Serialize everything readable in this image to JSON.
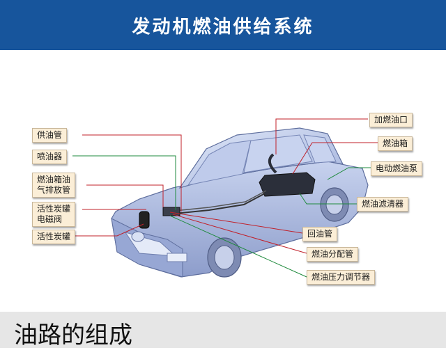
{
  "header": {
    "title": "发动机燃油供给系统"
  },
  "labels": {
    "fuel_pipe": "供油管",
    "injector": "喷油器",
    "tank_vent": "燃油箱油\n气排放管",
    "canister_valve": "活性炭罐\n电磁阀",
    "canister": "活性炭罐",
    "filler": "加燃油口",
    "tank": "燃油箱",
    "pump": "电动燃油泵",
    "filter": "燃油滤清器",
    "return_pipe": "回油管",
    "fuel_rail": "燃油分配管",
    "regulator": "燃油压力调节器"
  },
  "footer": {
    "caption": "油路的组成"
  },
  "colors": {
    "header_bg": "#17559c",
    "label_bg": "#fbeed7",
    "leader_red": "#c0202a",
    "leader_green": "#1e8a3c",
    "car_body": "#a9b8de",
    "footer_bg": "#e6e6e6"
  }
}
